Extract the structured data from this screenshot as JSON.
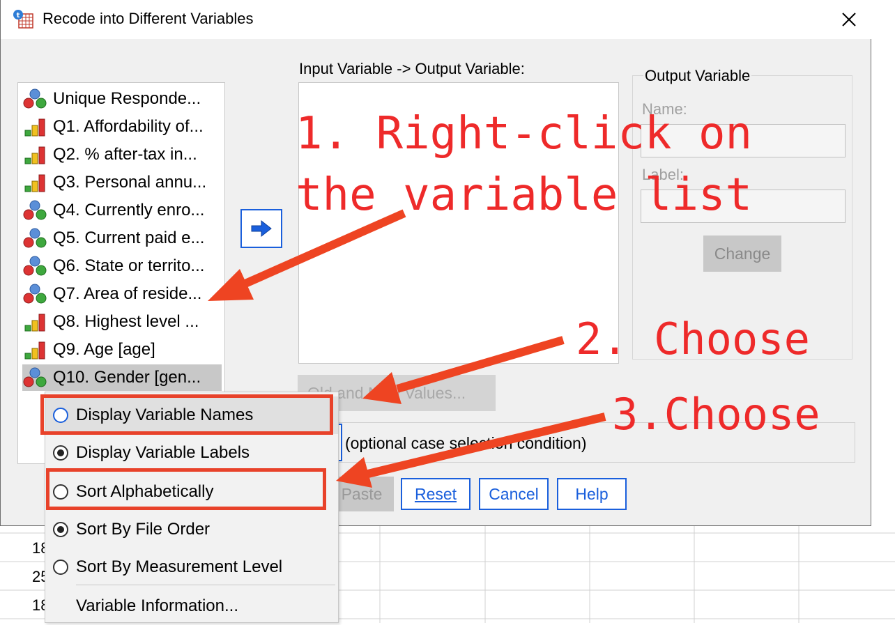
{
  "window": {
    "title": "Recode into Different Variables"
  },
  "variables": [
    {
      "label": "Unique Responde...",
      "icon": "nominal-icon"
    },
    {
      "label": "Q1. Affordability of...",
      "icon": "ordinal-icon"
    },
    {
      "label": "Q2. % after-tax in...",
      "icon": "ordinal-icon"
    },
    {
      "label": "Q3. Personal annu...",
      "icon": "ordinal-icon"
    },
    {
      "label": "Q4. Currently enro...",
      "icon": "nominal-icon"
    },
    {
      "label": "Q5. Current paid e...",
      "icon": "nominal-icon"
    },
    {
      "label": "Q6. State or territo...",
      "icon": "nominal-icon"
    },
    {
      "label": "Q7. Area of reside...",
      "icon": "nominal-icon"
    },
    {
      "label": "Q8. Highest level ...",
      "icon": "ordinal-icon"
    },
    {
      "label": "Q9. Age [age]",
      "icon": "ordinal-icon"
    },
    {
      "label": "Q10. Gender [gen...",
      "icon": "nominal-icon",
      "selected": true
    }
  ],
  "io_label": "Input Variable -> Output Variable:",
  "output_group": {
    "legend": "Output Variable",
    "name_label": "Name:",
    "label_label": "Label:",
    "change_button": "Change"
  },
  "old_new_button": "Old and New Values...",
  "condition_text": "(optional case selection condition)",
  "buttons": {
    "paste": "Paste",
    "reset": "Reset",
    "cancel": "Cancel",
    "help": "Help"
  },
  "context_menu": {
    "display_names": "Display Variable Names",
    "display_labels": "Display Variable Labels",
    "sort_alpha": "Sort Alphabetically",
    "sort_file": "Sort By File Order",
    "sort_measure": "Sort By Measurement Level",
    "var_info": "Variable Information..."
  },
  "annotations": {
    "step1_line1": "1. Right-click on",
    "step1_line2": "the variable list",
    "step2": "2. Choose",
    "step3": "3.Choose"
  },
  "background_cells": [
    "18",
    "25",
    "18"
  ],
  "colors": {
    "annotation": "#ee2a2a",
    "highlight_box": "#e8422a",
    "accent": "#1a5fdc"
  }
}
